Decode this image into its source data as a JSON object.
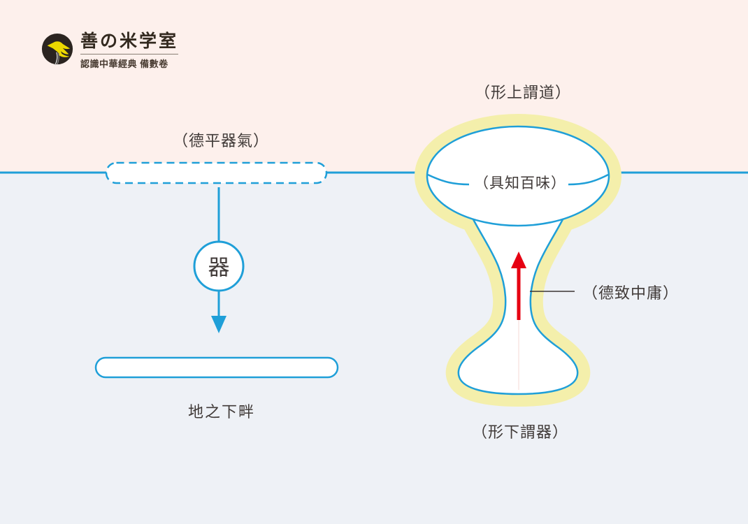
{
  "logo": {
    "title": "善の米学室",
    "subtitle": "認識中華經典 備數卷"
  },
  "labels": {
    "top_right": "（形上謂道）",
    "left_top": "（德平器氣）",
    "bowl_center": "（具知百味）",
    "stem_right": "（德致中庸）",
    "bottom_right": "（形下謂器）",
    "left_bottom": "地之下畔",
    "circle_node": "器"
  },
  "colors": {
    "background_top": "#fdf0ec",
    "background_bottom": "#eef1f6",
    "line_blue": "#1f9fd8",
    "glow_yellow": "#f4efab",
    "arrow_red": "#e60012",
    "text_dark": "#403a38",
    "logo_circle": "#2b2420",
    "bird_yellow": "#ecd800"
  }
}
